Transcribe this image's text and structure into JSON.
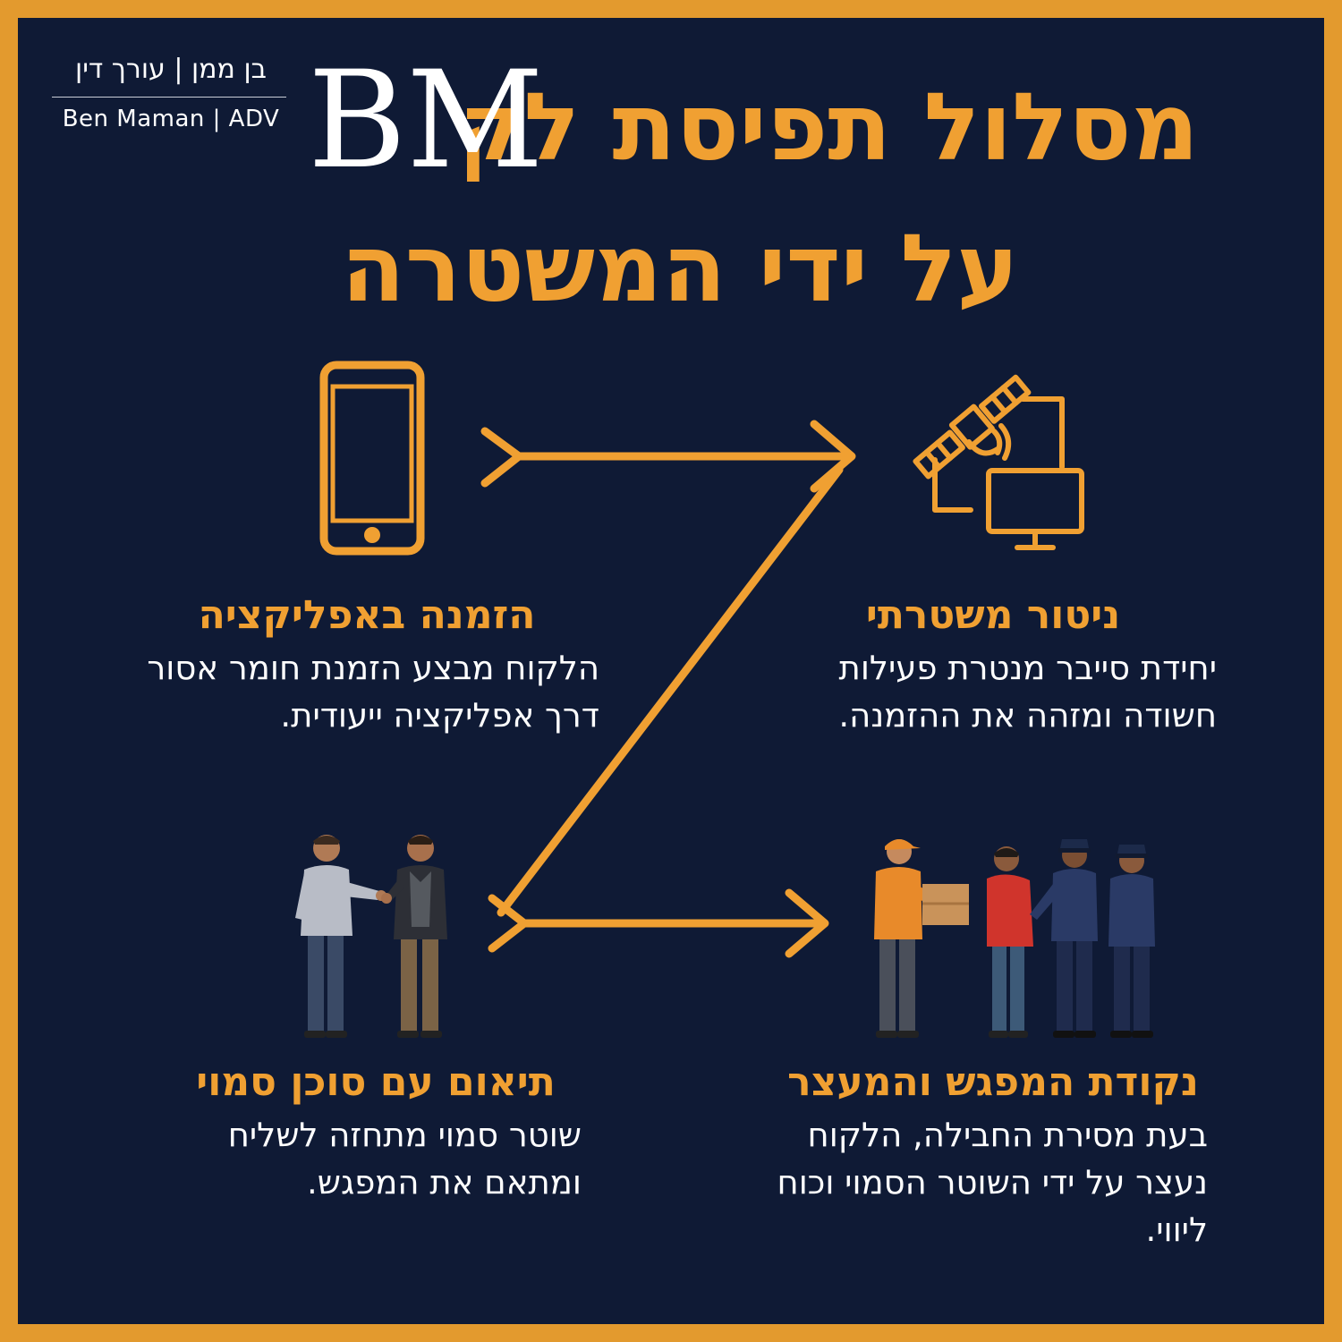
{
  "logo": {
    "hebrew": "בן ממן | עורך דין",
    "english": "Ben Maman | ADV",
    "monogram": "BM"
  },
  "header": {
    "title_line_1": "מסלול תפיסת לקוח",
    "title_line_2": "על ידי המשטרה"
  },
  "steps": [
    {
      "title": "הזמנה באפליקציה",
      "description": "הלקוח מבצע הזמנת חומר אסור דרך אפליקציה ייעודית.",
      "icon": "smartphone-icon"
    },
    {
      "title": "ניטור משטרתי",
      "description": "יחידת סייבר מנטרת פעילות חשודה ומזהה את ההזמנה.",
      "icon": "satellite-monitor-icon"
    },
    {
      "title": "תיאום עם סוכן סמוי",
      "description": "שוטר סמוי מתחזה לשליח ומתאם את המפגש.",
      "icon": "two-men-talking-illustration"
    },
    {
      "title": "נקודת המפגש והמעצר",
      "description": "בעת מסירת החבילה, הלקוח נעצר על ידי השוטר הסמוי וכוח ליווי.",
      "icon": "arrest-scene-illustration"
    }
  ],
  "colors": {
    "background": "#0f1a35",
    "border": "#e39a2e",
    "accent": "#f0a032",
    "text": "#ffffff"
  }
}
